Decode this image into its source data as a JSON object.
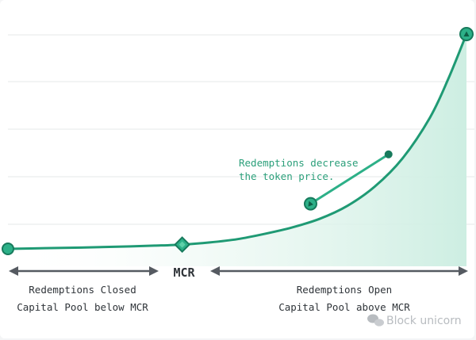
{
  "chart_data": {
    "type": "line",
    "x": [
      0,
      0.08,
      0.16,
      0.24,
      0.32,
      0.38,
      0.44,
      0.5,
      0.56,
      0.62,
      0.68,
      0.74,
      0.8,
      0.86,
      0.92,
      0.96,
      1.0
    ],
    "y": [
      0.0,
      0.003,
      0.006,
      0.01,
      0.015,
      0.02,
      0.03,
      0.045,
      0.07,
      0.1,
      0.14,
      0.2,
      0.29,
      0.42,
      0.61,
      0.79,
      1.0
    ],
    "markers": [
      {
        "name": "start",
        "x": 0.0,
        "y": 0.0,
        "shape": "circle"
      },
      {
        "name": "MCR",
        "x": 0.38,
        "y": 0.02,
        "shape": "diamond"
      },
      {
        "name": "end",
        "x": 1.0,
        "y": 1.0,
        "shape": "circle-triangle"
      }
    ],
    "annotation": {
      "text_line1": "Redemptions decrease",
      "text_line2": "the token price.",
      "arrow_from": {
        "x": 0.83,
        "y": 0.44
      },
      "arrow_to": {
        "x": 0.66,
        "y": 0.21
      }
    },
    "regions": [
      {
        "label_line1": "Redemptions Closed",
        "label_line2": "Capital Pool below MCR",
        "x_range": [
          0,
          0.32
        ]
      },
      {
        "label_line1": "Redemptions Open",
        "label_line2": "Capital Pool above MCR",
        "x_range": [
          0.44,
          1.0
        ]
      }
    ],
    "center_label": "MCR",
    "grid": true,
    "xlim": [
      0,
      1
    ],
    "ylim": [
      0,
      1
    ]
  },
  "watermark": "Block unicorn",
  "colors": {
    "line": "#1f9a74",
    "fill": "#d3efe5",
    "marker_fill": "#2db088",
    "marker_dark": "#177a5c",
    "annotation_text": "#2b9f7a",
    "arrow_grey": "#555a61",
    "label_text": "#2f3439",
    "grid": "#e6e8ea",
    "watermark": "#b8bcc0"
  }
}
